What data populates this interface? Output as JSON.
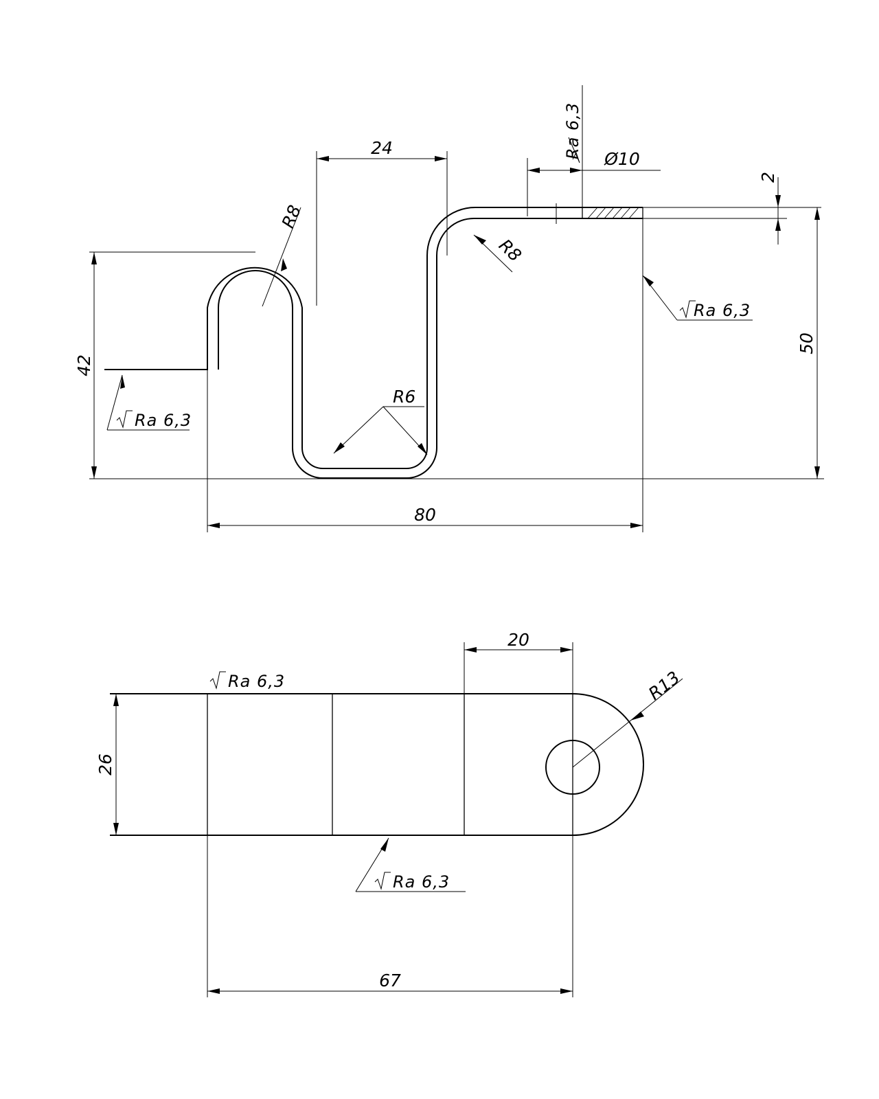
{
  "views": {
    "front": {
      "dimensions": {
        "top_width": "24",
        "hole_diameter": "Ø10",
        "thickness": "2",
        "radius_top_left": "R8",
        "radius_top_right": "R8",
        "radius_bottom": "R6",
        "left_height": "42",
        "total_height": "50",
        "total_length": "80"
      },
      "roughness": {
        "top": "Ra 6,3",
        "right": "Ra 6,3",
        "left": "Ra 6,3"
      }
    },
    "plan": {
      "dimensions": {
        "tab_length": "20",
        "end_radius": "R13",
        "width": "26",
        "length": "67"
      },
      "roughness": {
        "top": "Ra 6,3",
        "bottom": "Ra 6,3"
      }
    }
  }
}
